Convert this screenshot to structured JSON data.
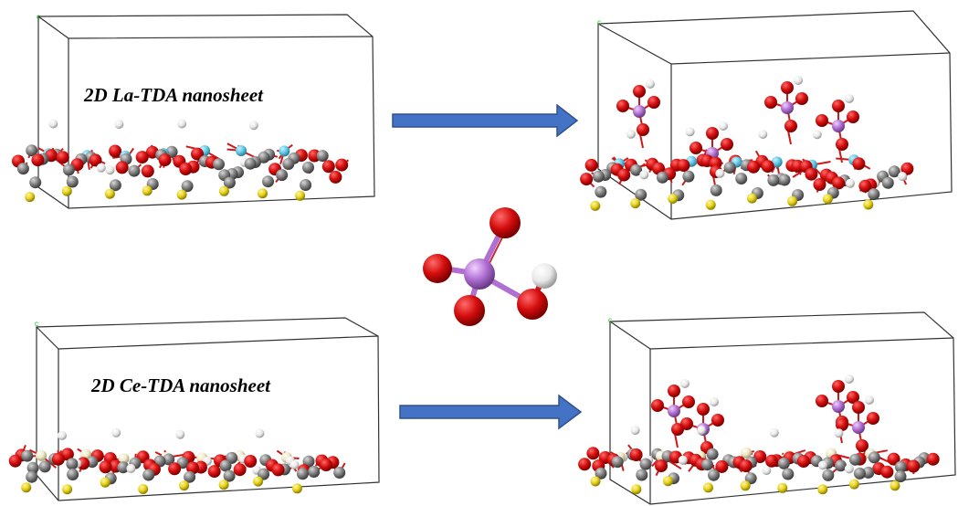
{
  "panels": {
    "la_before": {
      "label": "2D La-TDA nanosheet",
      "axis": "c"
    },
    "la_after": {
      "axis": "c"
    },
    "ce_before": {
      "label": "2D Ce-TDA nanosheet",
      "axis": "c"
    },
    "ce_after": {
      "axis": "c"
    }
  },
  "colors": {
    "oxygen": "#d40d0d",
    "carbon": "#7f7f7f",
    "hydrogen": "#ececec",
    "sulfur": "#e6d21a",
    "lanthanum": "#5ec8e6",
    "cerium": "#efe9c6",
    "arsenic": "#b06fd2",
    "bond_red": "#cc1a1a",
    "arrow_fill": "#4472c4",
    "arrow_edge": "#2f528f",
    "box_line": "#333333",
    "axis_label": "#19c419"
  },
  "icons": {
    "reaction_arrow": "right-arrow-icon",
    "adsorbate_molecule": "h2aso4-molecule-icon"
  }
}
